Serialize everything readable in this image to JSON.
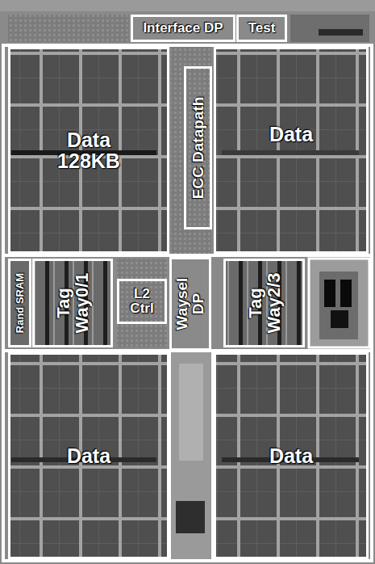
{
  "diagram": {
    "nodes": [
      {
        "text": [
          "Interface DP"
        ]
      },
      {
        "text": [
          "Test"
        ]
      },
      {
        "text": [
          "Data 128KB"
        ]
      },
      {
        "text": [
          "ECC Datapath"
        ]
      },
      {
        "text": [
          "Data"
        ]
      },
      {
        "text": [
          "Rand SRAM"
        ]
      },
      {
        "text": [
          "Tag Way0/1"
        ]
      },
      {
        "text": [
          "L2 Ctrl"
        ]
      },
      {
        "text": [
          "Waysel DP"
        ]
      },
      {
        "text": [
          "Tag Way2/3"
        ]
      },
      {
        "text": [
          "Data"
        ]
      },
      {
        "text": [
          "Data"
        ]
      }
    ]
  }
}
